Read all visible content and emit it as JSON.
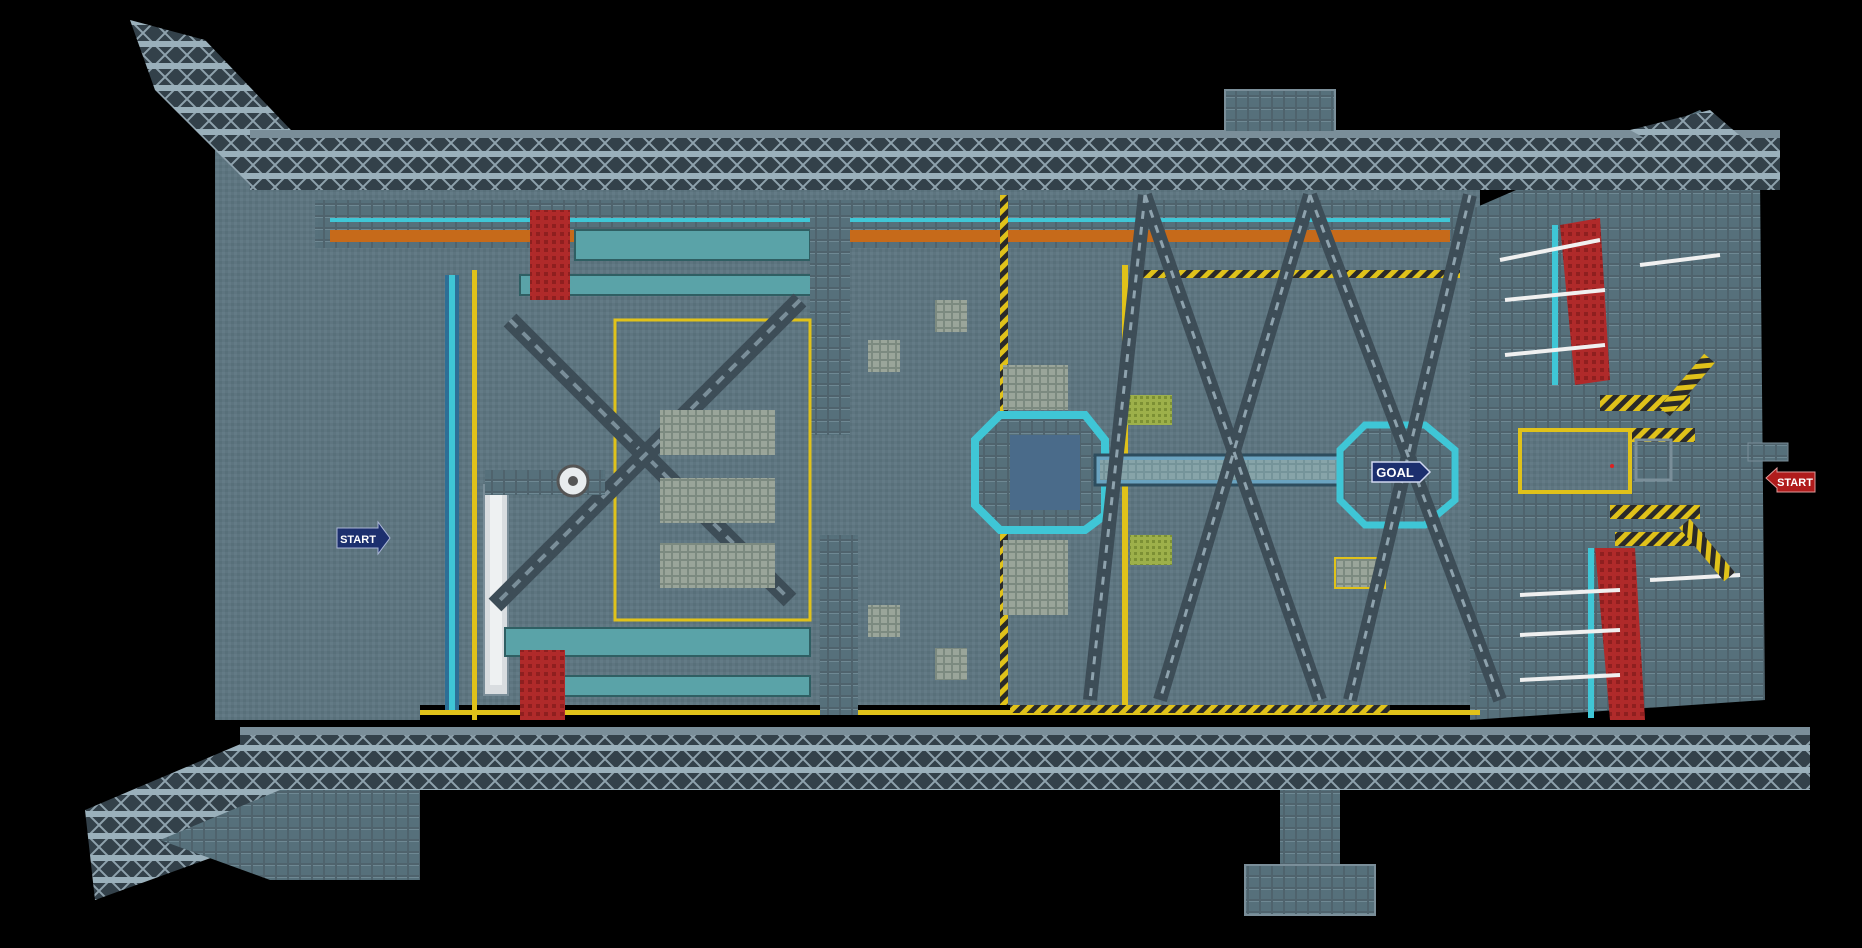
{
  "colors": {
    "background": "#000000",
    "floor": "#5e7580",
    "floor_light": "#6f8790",
    "floor_dark": "#4a5d66",
    "truss": "#3d4d57",
    "truss_light": "#7a8e99",
    "hazard_yellow": "#e0c21a",
    "stripe_orange": "#c66a1a",
    "stripe_cyan": "#3fc6d6",
    "bleacher_red": "#b02a2a",
    "pipe_teal": "#5aa3a8",
    "start_blue": "#1c2f6e",
    "start_red": "#b01c1c",
    "goal_blue": "#1c2f6e",
    "sign_text": "#ffffff"
  },
  "markers": {
    "start_left": "START",
    "start_right": "START",
    "goal": "GOAL"
  },
  "icons": {
    "start_left": "arrow-right-icon",
    "start_right": "arrow-left-icon",
    "goal": "goal-sign-icon"
  }
}
